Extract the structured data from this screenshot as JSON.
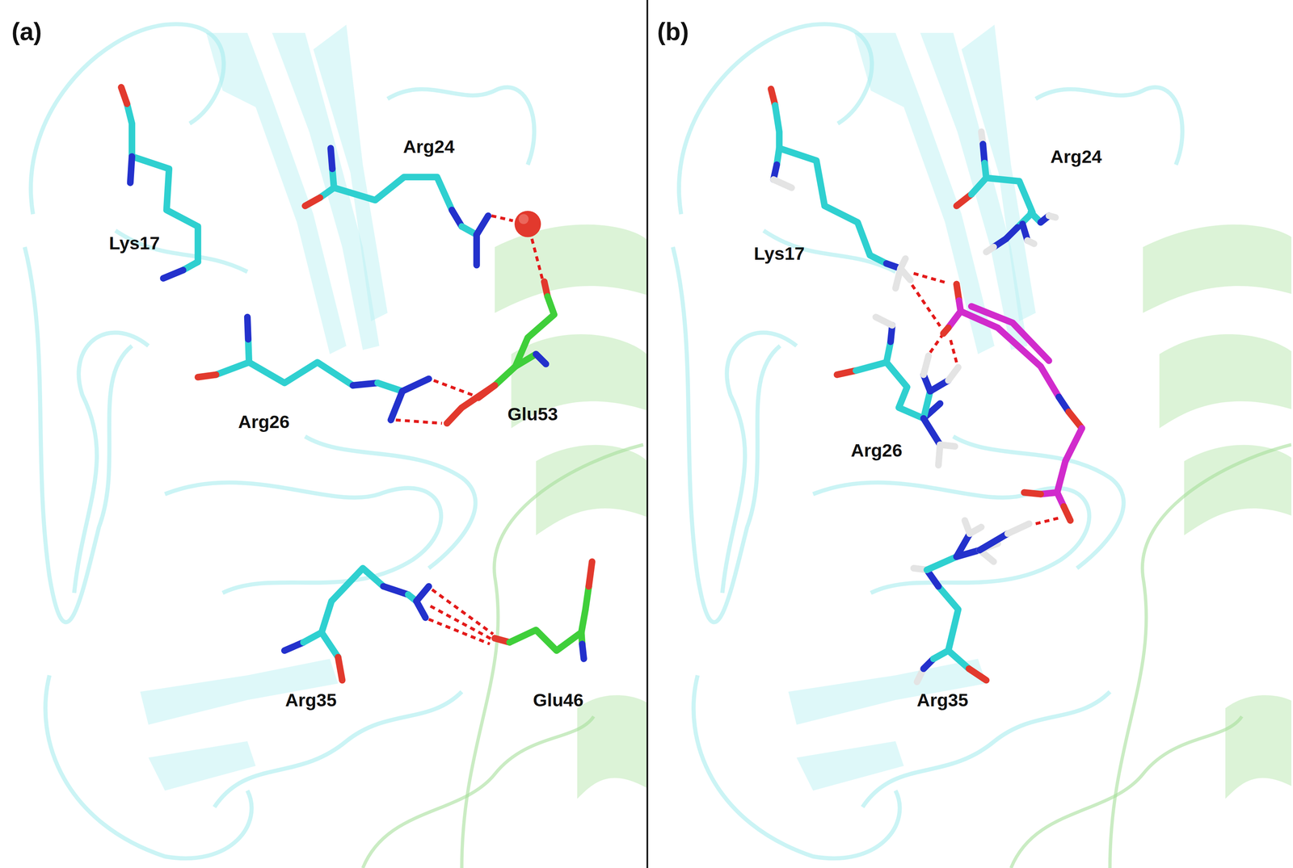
{
  "diagram": {
    "labels": [
      "(a)",
      "Lys17",
      "Arg24",
      "Arg26",
      "Glu53",
      "Arg35",
      "Glu46",
      "(b)",
      "Lys17",
      "Arg24",
      "Arg26",
      "Arg35"
    ]
  }
}
